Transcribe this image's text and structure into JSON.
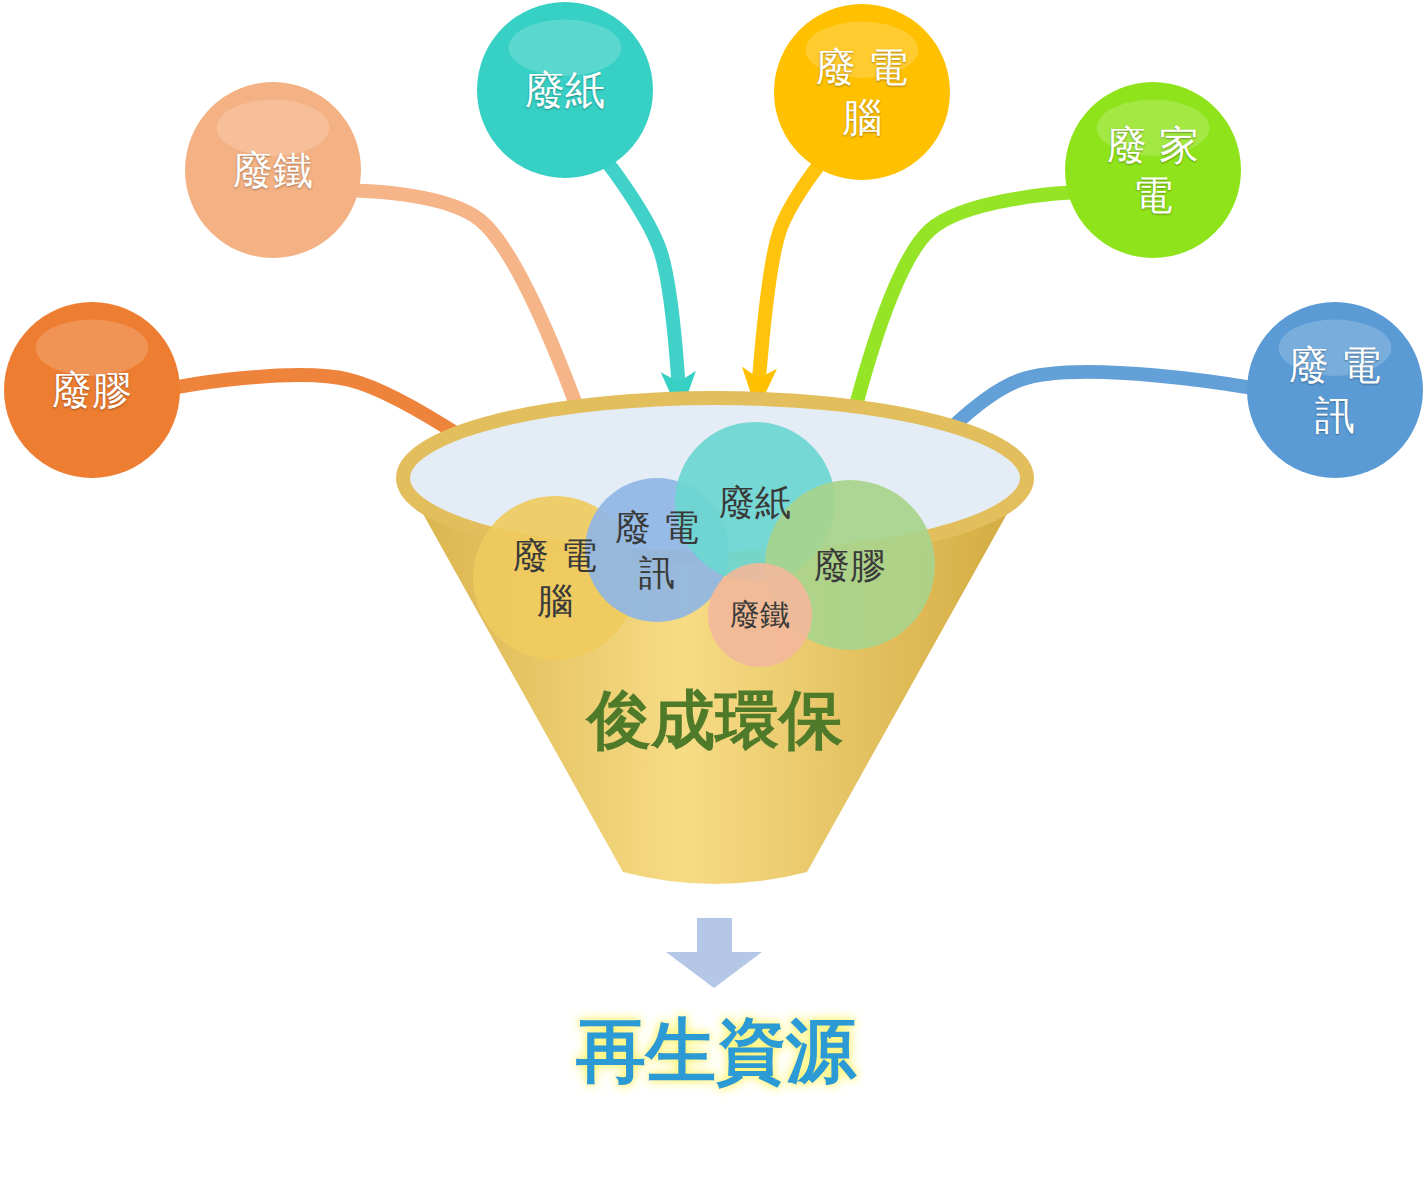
{
  "diagram": {
    "nodes": [
      {
        "text": [
          "廢膠"
        ]
      },
      {
        "text": [
          "廢鐵"
        ]
      },
      {
        "text": [
          "廢紙"
        ]
      },
      {
        "text": [
          "廢 電腦"
        ]
      },
      {
        "text": [
          "廢 家電"
        ]
      },
      {
        "text": [
          "廢 電訊"
        ]
      },
      {
        "text": [
          "俊成環保"
        ]
      },
      {
        "text": [
          "廢 電腦"
        ],
        "in": 6
      },
      {
        "text": [
          "廢 電訊"
        ],
        "in": 6
      },
      {
        "text": [
          "廢紙"
        ],
        "in": 6
      },
      {
        "text": [
          "廢膠"
        ],
        "in": 6
      },
      {
        "text": [
          "廢鐵"
        ],
        "in": 6
      }
    ],
    "edges": [
      {
        "from": 0,
        "to": 6,
        "arrow": "to"
      },
      {
        "from": 1,
        "to": 6,
        "arrow": "to"
      },
      {
        "from": 2,
        "to": 6,
        "arrow": "to"
      },
      {
        "from": 3,
        "to": 6,
        "arrow": "to"
      },
      {
        "from": 4,
        "to": 6,
        "arrow": "to"
      },
      {
        "from": 5,
        "to": 6,
        "arrow": "to"
      }
    ],
    "labels": [
      "再生資源"
    ]
  }
}
